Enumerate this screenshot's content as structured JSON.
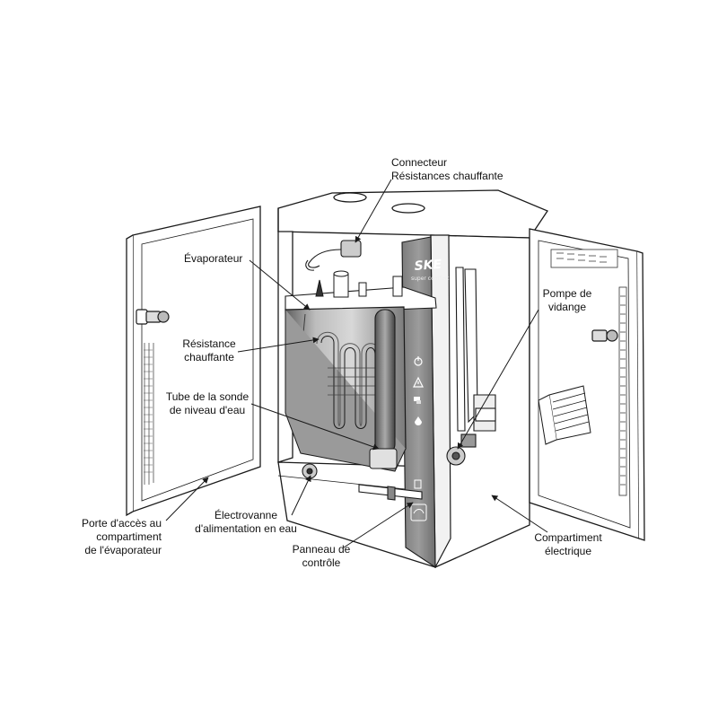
{
  "labels": {
    "connecteur": [
      "Connecteur",
      "Résistances chauffante"
    ],
    "evaporateur": [
      "Évaporateur"
    ],
    "resistance": [
      "Résistance",
      "chauffante"
    ],
    "tube_sonde": [
      "Tube de la sonde",
      "de niveau d'eau"
    ],
    "pompe": [
      "Pompe de",
      "vidange"
    ],
    "porte": [
      "Porte d'accès au",
      "compartiment",
      "de l'évaporateur"
    ],
    "electrovanne": [
      "Électrovanne",
      "d'alimentation en eau"
    ],
    "panneau": [
      "Panneau de",
      "contrôle"
    ],
    "compartiment": [
      "Compartiment",
      "électrique"
    ]
  },
  "brand": {
    "name": "SKE",
    "sub": "super comfort"
  },
  "colors": {
    "line": "#1a1a1a",
    "panel": "#8c8c8c",
    "tank_shadow": "#6e6e6e",
    "door_fill": "#ffffff"
  }
}
